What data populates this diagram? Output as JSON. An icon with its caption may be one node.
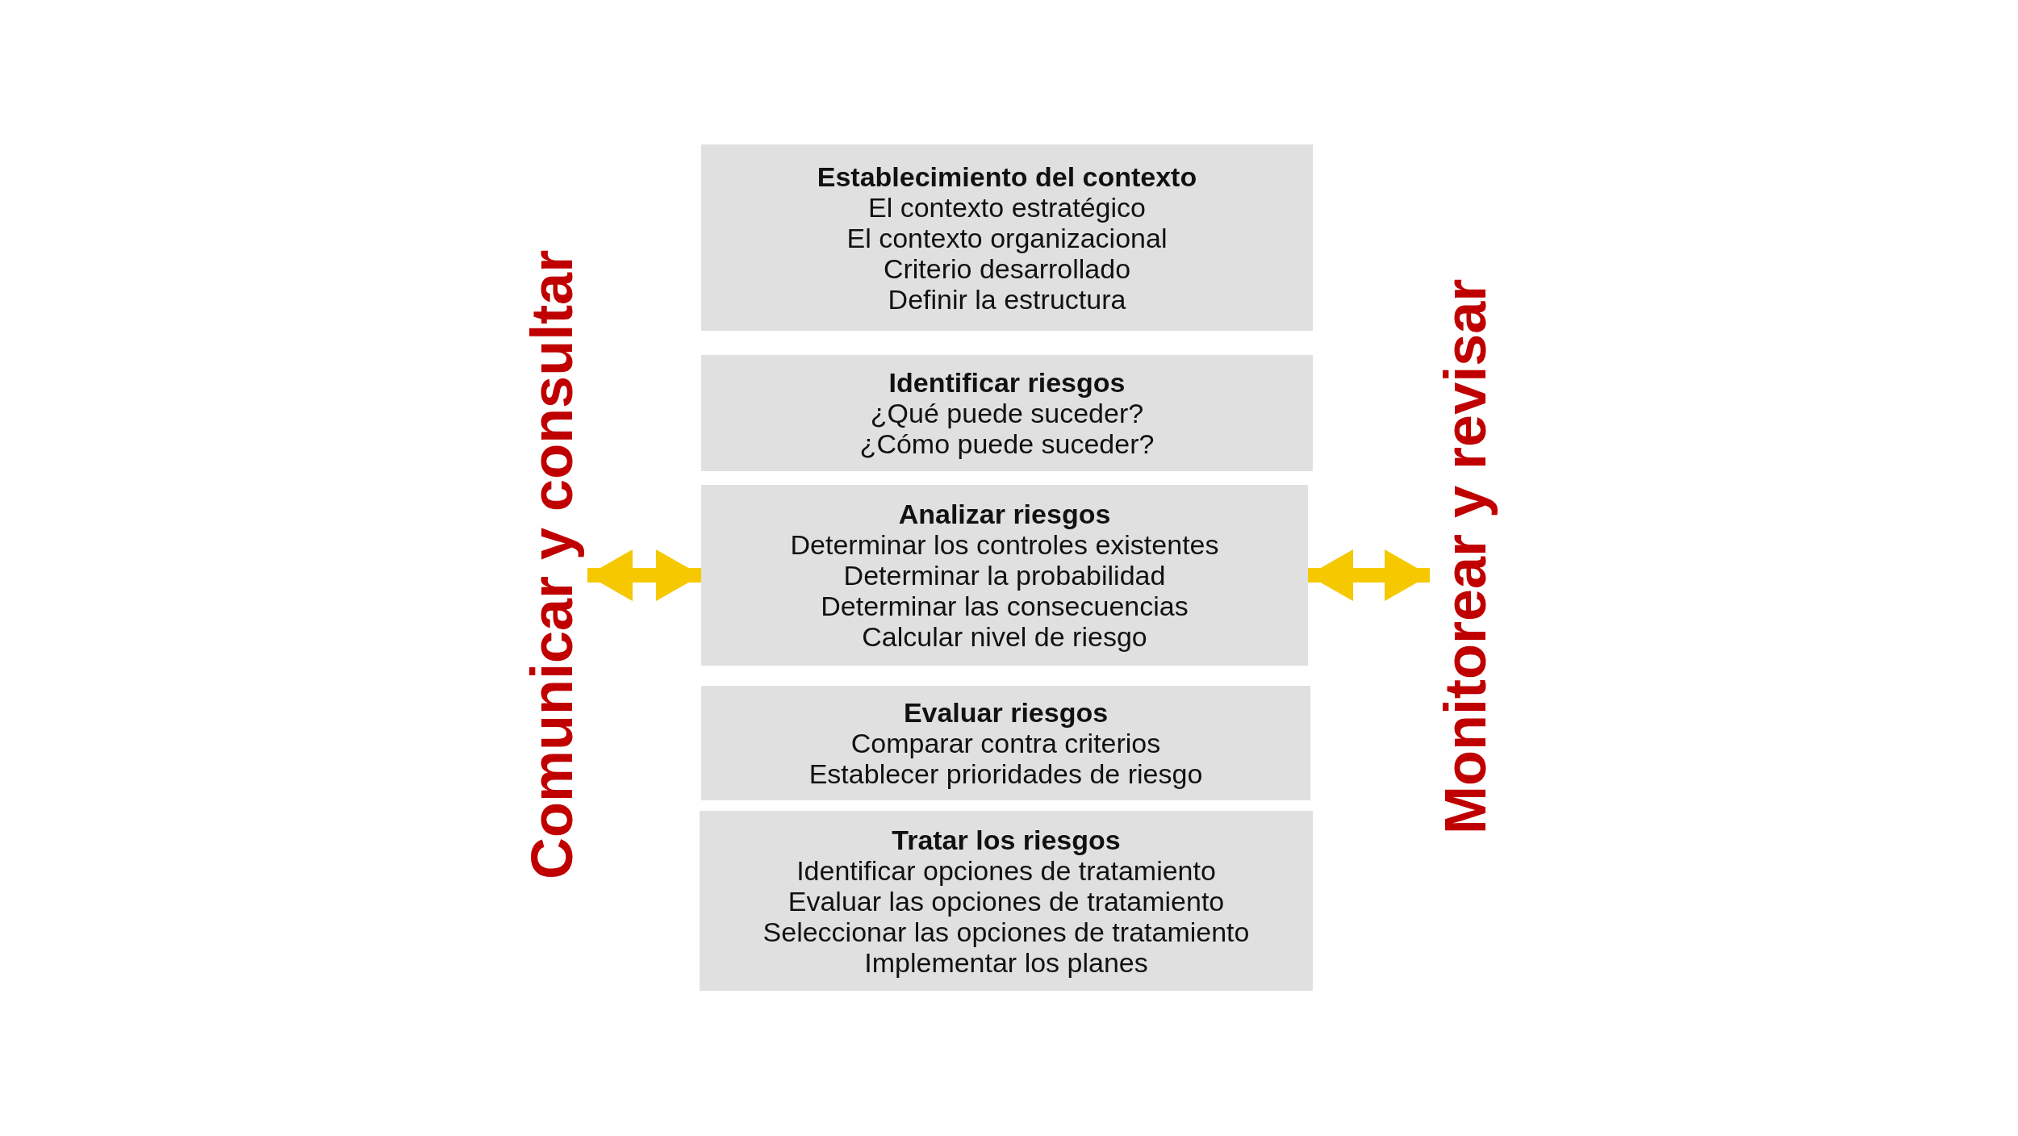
{
  "diagram": {
    "nodes": [
      {
        "text": [
          "Establecimiento del contexto",
          "El contexto estratégico",
          "El contexto organizacional",
          "Criterio desarrollado",
          "Definir la estructura"
        ]
      },
      {
        "text": [
          "Identificar riesgos",
          "¿Qué puede suceder?",
          "¿Cómo puede suceder?"
        ]
      },
      {
        "text": [
          "Analizar riesgos",
          "Determinar los controles existentes",
          "Determinar la probabilidad",
          "Determinar las consecuencias",
          "Calcular nivel de riesgo"
        ]
      },
      {
        "text": [
          "Evaluar riesgos",
          "Comparar contra criterios",
          "Establecer prioridades de riesgo"
        ]
      },
      {
        "text": [
          "Tratar los riesgos",
          "Identificar opciones de tratamiento",
          "Evaluar las opciones de tratamiento",
          "Seleccionar las opciones de tratamiento",
          "Implementar los planes"
        ]
      },
      {
        "text": [
          "Comunicar y consultar"
        ]
      },
      {
        "text": [
          "Monitorear y revisar"
        ]
      }
    ],
    "edges": [
      {
        "from": 5,
        "to": 2,
        "arrow": "both"
      },
      {
        "from": 2,
        "to": 6,
        "arrow": "both"
      }
    ]
  }
}
